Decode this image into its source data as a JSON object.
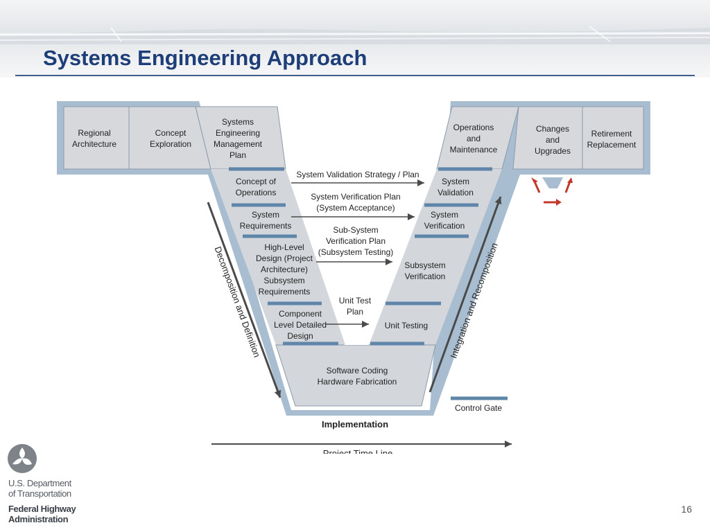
{
  "slide": {
    "title": "Systems Engineering Approach",
    "page_number": "16"
  },
  "diagram": {
    "top_left_band": [
      [
        "Regional",
        "Architecture"
      ],
      [
        "Concept",
        "Exploration"
      ],
      [
        "Systems",
        "Engineering",
        "Management",
        "Plan"
      ]
    ],
    "top_right_band": [
      [
        "Operations",
        "and",
        "Maintenance"
      ],
      [
        "Changes",
        "and",
        "Upgrades"
      ],
      [
        "Retirement",
        "Replacement"
      ]
    ],
    "left_leg": [
      [
        "Concept of",
        "Operations"
      ],
      [
        "System",
        "Requirements"
      ],
      [
        "High-Level",
        "Design (Project",
        "Architecture)",
        "Subsystem",
        "Requirements"
      ],
      [
        "Component",
        "Level Detailed",
        "Design"
      ]
    ],
    "right_leg": [
      [
        "System",
        "Validation"
      ],
      [
        "System",
        "Verification"
      ],
      [
        "Subsystem",
        "Verification"
      ],
      [
        "Unit Testing"
      ]
    ],
    "middle_links": [
      [
        "System Validation Strategy / Plan"
      ],
      [
        "System Verification Plan",
        "(System Acceptance)"
      ],
      [
        "Sub-System",
        "Verification Plan",
        "(Subsystem Testing)"
      ],
      [
        "Unit Test",
        "Plan"
      ]
    ],
    "bottom_box": [
      "Software Coding",
      "Hardware Fabrication"
    ],
    "implementation_label": "Implementation",
    "left_arrow_label": "Decomposition and Definition",
    "right_arrow_label": "Integration and Recomposition",
    "timeline_label": "Project Time Line",
    "legend_label": "Control Gate",
    "colors": {
      "v_outer": "#a9bdd1",
      "v_inner": "#d3d6db",
      "box_fill": "#d6d8dc",
      "gate": "#5f86a8",
      "arrow": "#4a4a4a",
      "red_arrow": "#c0392b",
      "title": "#1d3e79"
    }
  },
  "logo": {
    "lines": [
      "U.S. Department",
      "of Transportation",
      "Federal Highway",
      "Administration"
    ]
  }
}
